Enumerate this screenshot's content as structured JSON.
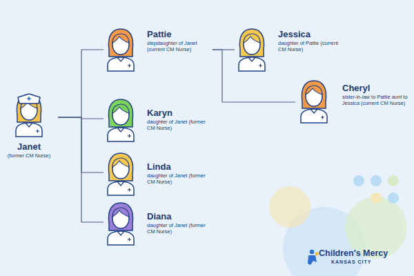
{
  "diagram": {
    "nodes": [
      {
        "text": [
          "Janet",
          "(former CM Nurse)"
        ]
      },
      {
        "text": [
          "Pattie",
          "stepdaughter of Janet (current CM Nurse)"
        ]
      },
      {
        "text": [
          "Karyn",
          "daughter of Janet (former CM Nurse)"
        ]
      },
      {
        "text": [
          "Linda",
          "daughter of Janet (former CM Nurse)"
        ]
      },
      {
        "text": [
          "Diana",
          "daughter of Janet (former CM Nurse)"
        ]
      },
      {
        "text": [
          "Jessica",
          "daughter of Pattie (current CM Nurse)"
        ]
      },
      {
        "text": [
          "Cheryl",
          "sister-in-law to Pattie aunt to Jessica (current CM Nurse)"
        ]
      }
    ],
    "edges": [
      {
        "from": 0,
        "to": 1,
        "arrow": "none"
      },
      {
        "from": 0,
        "to": 2,
        "arrow": "none"
      },
      {
        "from": 0,
        "to": 3,
        "arrow": "none"
      },
      {
        "from": 0,
        "to": 4,
        "arrow": "none"
      },
      {
        "from": 1,
        "to": 5,
        "arrow": "none"
      },
      {
        "from": 1,
        "to": 6,
        "arrow": "none"
      }
    ],
    "labels": [
      "Children's Mercy",
      "KANSAS CITY"
    ]
  }
}
